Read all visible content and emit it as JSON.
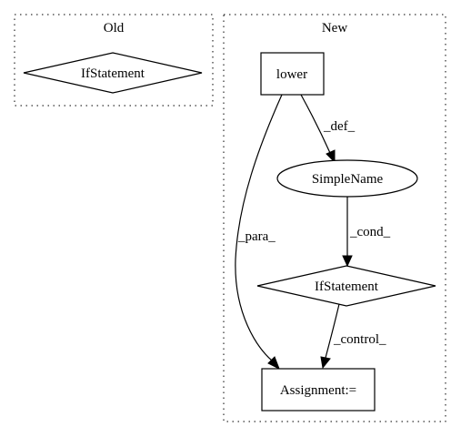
{
  "clusters": {
    "old": {
      "title": "Old"
    },
    "new": {
      "title": "New"
    }
  },
  "nodes": {
    "old_ifstatement": {
      "label": "IfStatement",
      "shape": "diamond"
    },
    "lower": {
      "label": "lower",
      "shape": "box"
    },
    "simplename": {
      "label": "SimpleName",
      "shape": "ellipse"
    },
    "new_ifstatement": {
      "label": "IfStatement",
      "shape": "diamond"
    },
    "assignment": {
      "label": "Assignment:=",
      "shape": "box"
    }
  },
  "edges": {
    "def": {
      "from": "lower",
      "to": "simplename",
      "label": "_def_"
    },
    "cond": {
      "from": "simplename",
      "to": "new_ifstatement",
      "label": "_cond_"
    },
    "para": {
      "from": "lower",
      "to": "assignment",
      "label": "_para_"
    },
    "control": {
      "from": "new_ifstatement",
      "to": "assignment",
      "label": "_control_"
    }
  }
}
